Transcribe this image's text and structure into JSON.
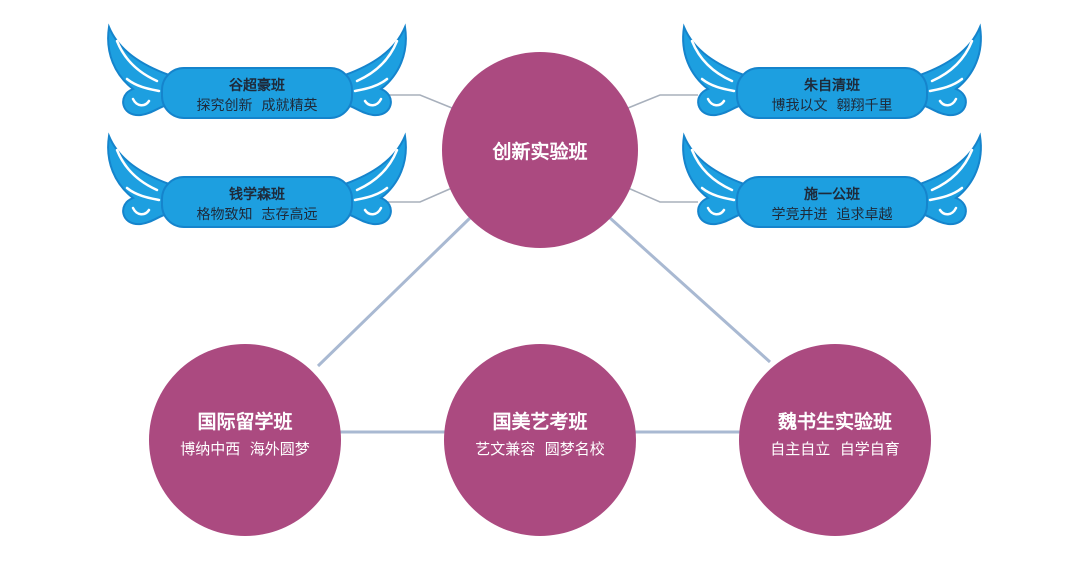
{
  "colors": {
    "circle": "#ab4a80",
    "wing": "#1d9fe0",
    "link": "#a9b9d2"
  },
  "center": {
    "title": "创新实验班"
  },
  "wings": [
    {
      "title": "谷超豪班",
      "motto": "探究创新  成就精英"
    },
    {
      "title": "钱学森班",
      "motto": "格物致知  志存高远"
    },
    {
      "title": "朱自清班",
      "motto": "博我以文  翱翔千里"
    },
    {
      "title": "施一公班",
      "motto": "学竞并进  追求卓越"
    }
  ],
  "bottom": [
    {
      "title": "国际留学班",
      "motto": "博纳中西  海外圆梦"
    },
    {
      "title": "国美艺考班",
      "motto": "艺文兼容  圆梦名校"
    },
    {
      "title": "魏书生实验班",
      "motto": "自主自立  自学自育"
    }
  ]
}
